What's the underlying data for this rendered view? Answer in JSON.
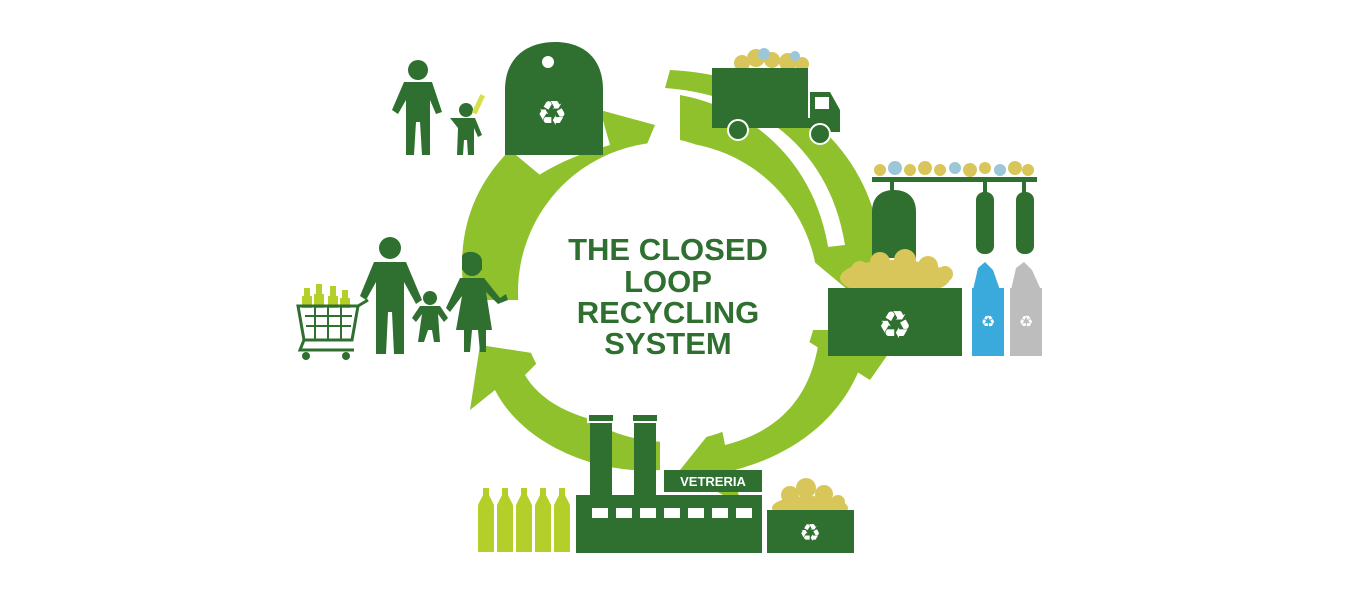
{
  "title_lines": [
    "THE CLOSED",
    "LOOP",
    "RECYCLING",
    "SYSTEM"
  ],
  "factory_sign": "VETRERIA",
  "colors": {
    "dark_green": "#2f6f2f",
    "light_green": "#8fc12d",
    "bottle_yellow": "#b5cf2a",
    "blue_bin": "#3aa9dc",
    "grey_bin": "#bdbdbd",
    "glass_gold": "#d9c65a"
  },
  "icons": {
    "recycle": "♻"
  }
}
